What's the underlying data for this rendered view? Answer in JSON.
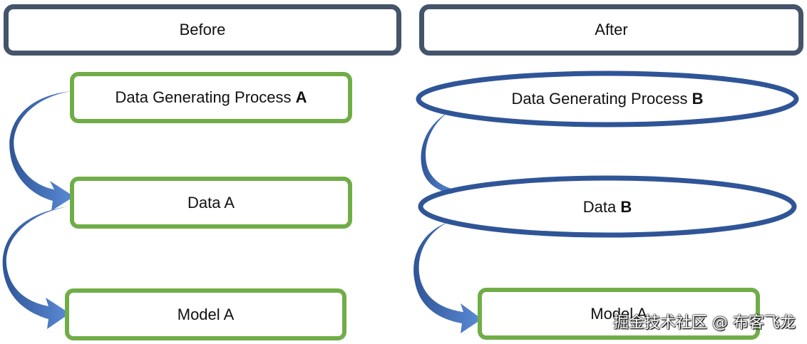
{
  "left": {
    "title": "Before",
    "nodes": {
      "dgp": {
        "text": "Data Generating Process ",
        "emphasis": "A"
      },
      "data": {
        "text": "Data A"
      },
      "model": {
        "text": "Model A"
      }
    }
  },
  "right": {
    "title": "After",
    "nodes": {
      "dgp": {
        "text": "Data Generating Process ",
        "emphasis": "B"
      },
      "data": {
        "text": "Data ",
        "emphasis": "B"
      },
      "model": {
        "text": "Model A"
      }
    }
  },
  "watermark": "掘金技术社区 @ 布客飞龙",
  "colors": {
    "header_border": "#44546a",
    "green_border": "#70ad47",
    "ellipse_border": "#2f5597",
    "arrow_fill": "#4472c4"
  }
}
